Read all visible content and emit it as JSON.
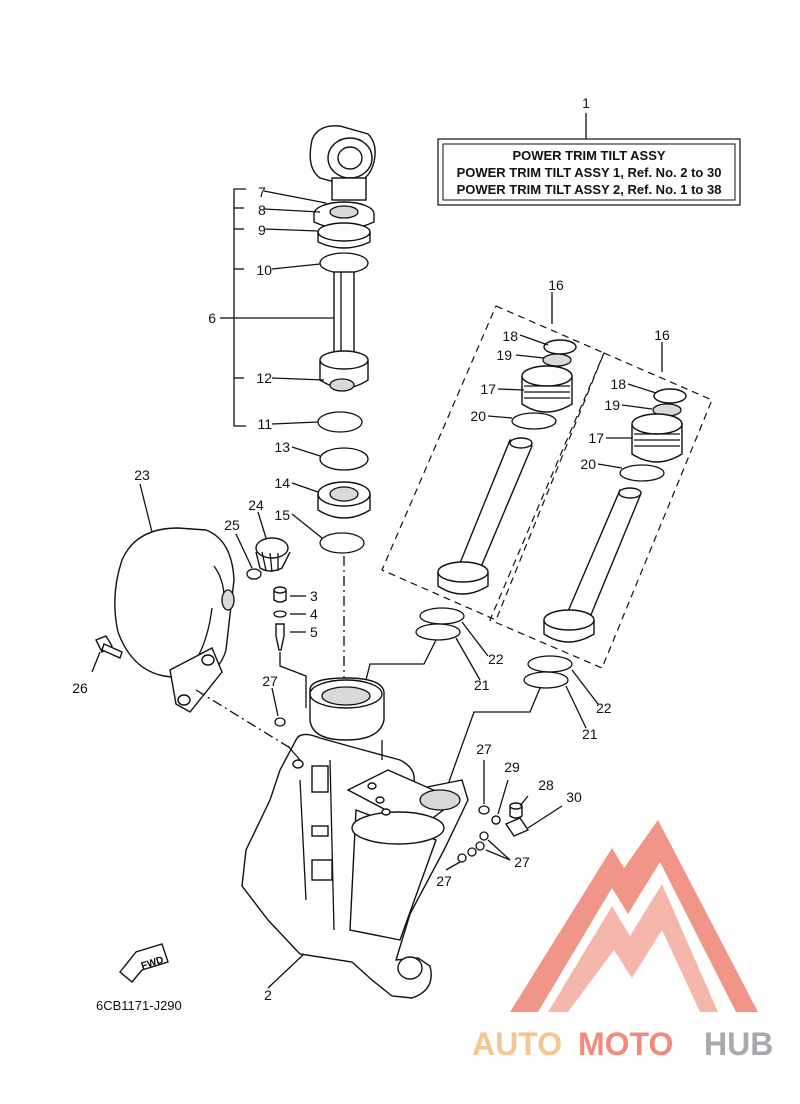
{
  "legend": {
    "title": "POWER TRIM TILT ASSY",
    "line1": "POWER TRIM TILT ASSY 1,  Ref. No. 2 to 30",
    "line2": "POWER TRIM TILT ASSY 2,  Ref. No. 1 to 38"
  },
  "callouts": {
    "c1": "1",
    "c2": "2",
    "c3": "3",
    "c4": "4",
    "c5": "5",
    "c6": "6",
    "c7": "7",
    "c8": "8",
    "c9": "9",
    "c10": "10",
    "c11": "11",
    "c12": "12",
    "c13": "13",
    "c14": "14",
    "c15": "15",
    "c16a": "16",
    "c16b": "16",
    "c17a": "17",
    "c17b": "17",
    "c18a": "18",
    "c18b": "18",
    "c19a": "19",
    "c19b": "19",
    "c20a": "20",
    "c20b": "20",
    "c21a": "21",
    "c21b": "21",
    "c22a": "22",
    "c22b": "22",
    "c23": "23",
    "c24": "24",
    "c25": "25",
    "c26": "26",
    "c27a": "27",
    "c27b": "27",
    "c27c": "27",
    "c27d": "27",
    "c28": "28",
    "c29": "29",
    "c30": "30"
  },
  "fwd_label": "FWD",
  "diagram_code": "6CB1171-J290",
  "watermark": {
    "part1": "AUTO",
    "part2": "MOTO",
    "part3": "HUB",
    "color1": "#f5c690",
    "color2": "#f08a7c",
    "color3": "#a7a9ad"
  }
}
